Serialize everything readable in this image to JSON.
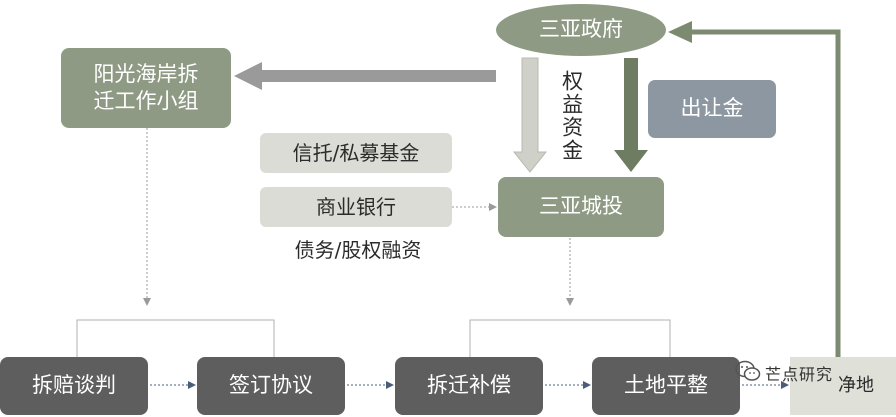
{
  "nodes": {
    "government": "三亚政府",
    "demolition_team": "阳光海岸拆\n迁工作小组",
    "trust_fund": "信托/私募基金",
    "commercial_bank": "商业银行",
    "debt_equity": "债务/股权融资",
    "sanya_urban_investment": "三亚城投",
    "land_transfer_fee": "出让金",
    "equity_capital": "权益资金",
    "negotiation": "拆赔谈判",
    "sign_agreement": "签订协议",
    "compensation": "拆迁补偿",
    "land_leveling": "土地平整",
    "clean_land": "净地"
  },
  "watermark": {
    "text": "芒点研究"
  },
  "colors": {
    "green_box": "#8e9a84",
    "dark_box": "#5e5e5e",
    "gray_box": "#dcdcd6",
    "slate_box": "#8c97a1",
    "arrow_green": "#6e7c62",
    "arrow_gray": "#8a8a8a"
  }
}
